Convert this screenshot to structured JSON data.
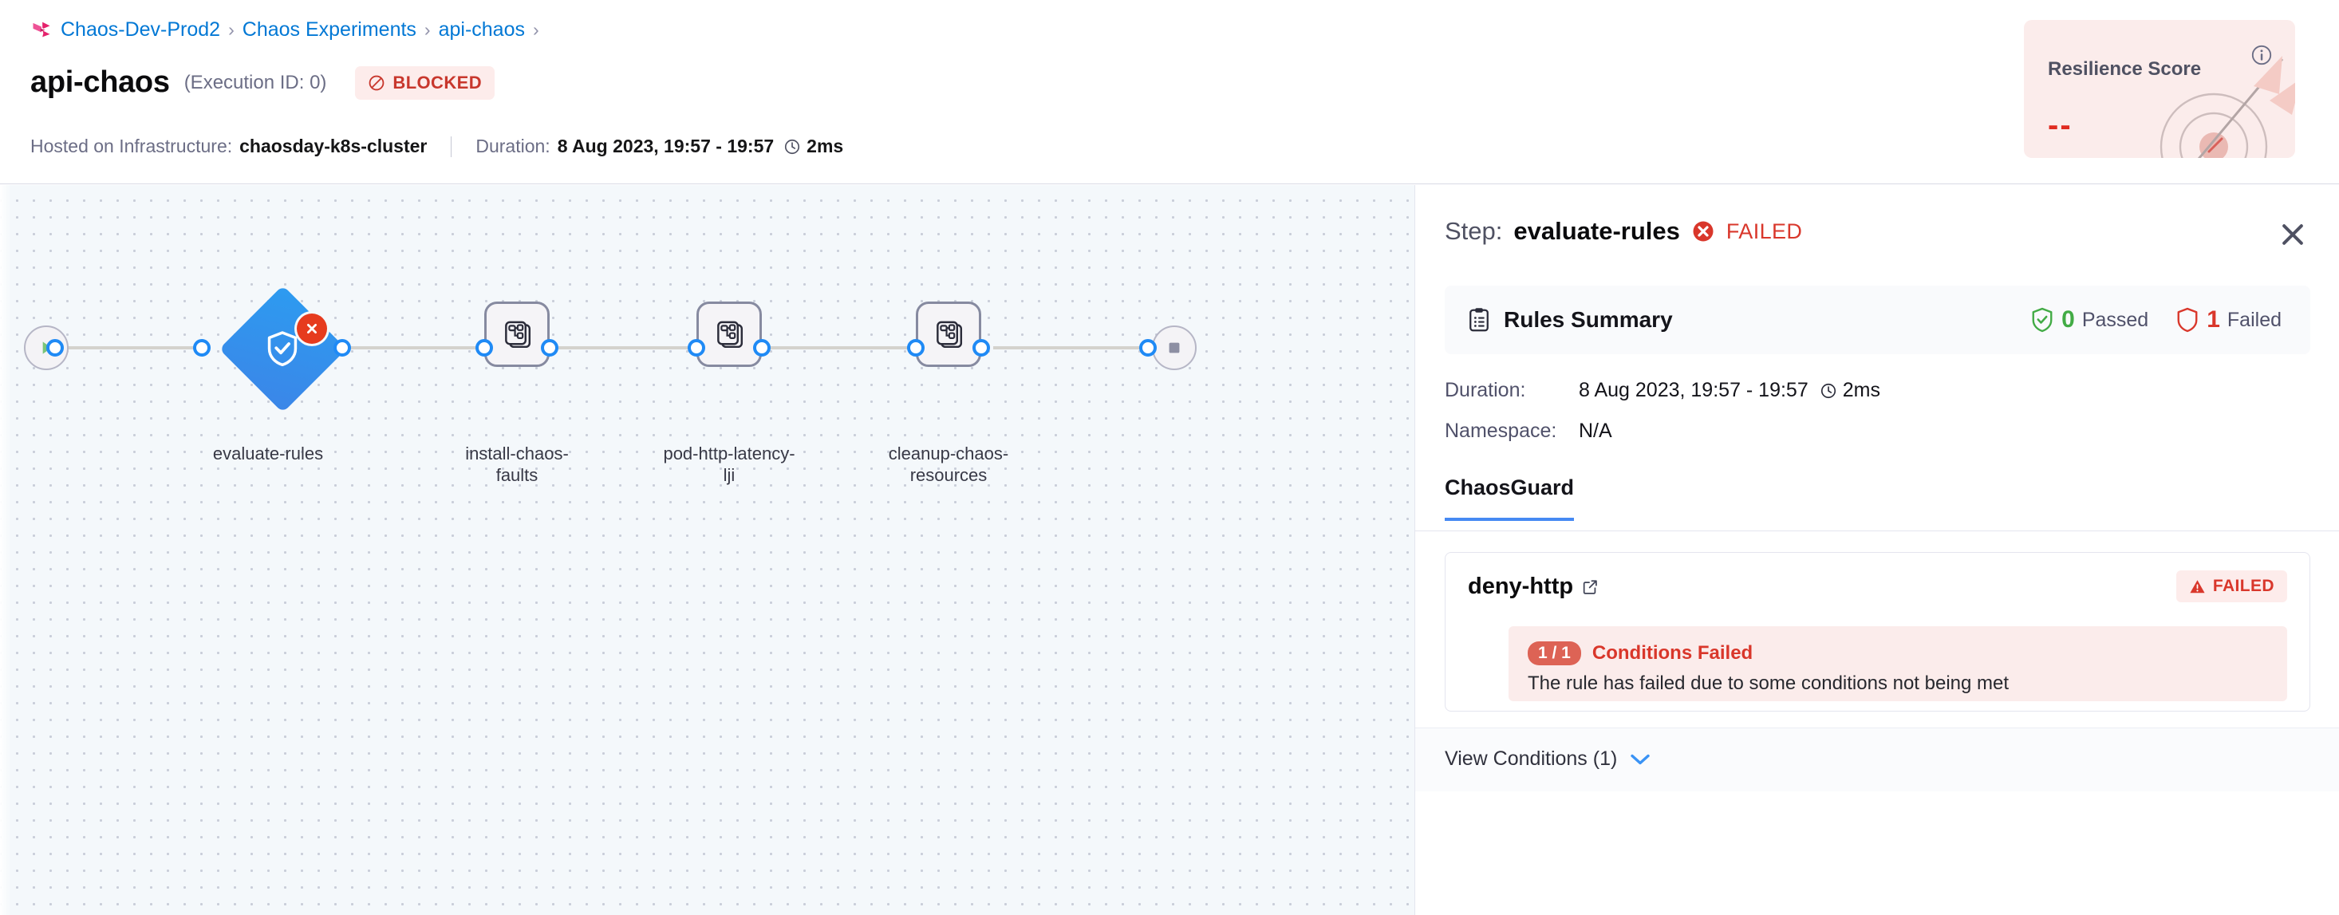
{
  "breadcrumb": {
    "logo_icon": "harness-logo-icon",
    "items": [
      "Chaos-Dev-Prod2",
      "Chaos Experiments",
      "api-chaos"
    ],
    "separator": "›",
    "trailing_separator": "›"
  },
  "header": {
    "title": "api-chaos",
    "execution_id": "(Execution ID: 0)",
    "status": {
      "label": "BLOCKED",
      "icon": "blocked-icon",
      "color": "#c8372d",
      "bg": "#fdeceb"
    },
    "meta": {
      "infra_label": "Hosted on Infrastructure:",
      "infra_value": "chaosday-k8s-cluster",
      "duration_label": "Duration:",
      "duration_value": "8 Aug 2023, 19:57 - 19:57",
      "clock_icon": "clock-icon",
      "elapsed": "2ms"
    }
  },
  "resilience_card": {
    "title": "Resilience Score",
    "value": "--",
    "info_icon": "info-icon",
    "art_icon": "target-arrow-icon",
    "bg": "#fbeceb",
    "value_color": "#e02b20"
  },
  "pipeline": {
    "start_icon": "play-icon",
    "end_icon": "stop-icon",
    "nodes": [
      {
        "id": "evaluate-rules",
        "label": "evaluate-rules",
        "shape": "diamond",
        "icon": "shield-check-icon",
        "badge": "error-x-icon",
        "selected": true
      },
      {
        "id": "install-chaos-faults",
        "label": "install-chaos-\nfaults",
        "shape": "box",
        "icon": "chaos-fault-icon",
        "badge": null,
        "selected": false
      },
      {
        "id": "pod-http-latency-lji",
        "label": "pod-http-latency-\nlji",
        "shape": "box",
        "icon": "chaos-fault-icon",
        "badge": null,
        "selected": false
      },
      {
        "id": "cleanup-chaos-resources",
        "label": "cleanup-chaos-\nresources",
        "shape": "box",
        "icon": "chaos-fault-icon",
        "badge": null,
        "selected": false
      }
    ]
  },
  "panel": {
    "title_prefix": "Step:",
    "step_name": "evaluate-rules",
    "status_label": "FAILED",
    "status_icon": "failed-circle-icon",
    "close_icon": "close-icon",
    "summary": {
      "icon": "clipboard-icon",
      "label": "Rules Summary",
      "passed_count": "0",
      "passed_label": "Passed",
      "passed_icon": "shield-check-green-icon",
      "failed_count": "1",
      "failed_label": "Failed",
      "failed_icon": "shield-red-icon"
    },
    "details": [
      {
        "key": "Duration:",
        "value": "8 Aug 2023, 19:57 - 19:57",
        "extra": "2ms",
        "icon": "clock-icon"
      },
      {
        "key": "Namespace:",
        "value": "N/A",
        "extra": "",
        "icon": ""
      }
    ],
    "tabs": [
      {
        "id": "chaosguard",
        "label": "ChaosGuard",
        "active": true
      }
    ],
    "rule": {
      "name": "deny-http",
      "external_link_icon": "external-link-icon",
      "badge_label": "FAILED",
      "badge_icon": "warning-triangle-icon",
      "condition": {
        "pill": "1 / 1",
        "title": "Conditions Failed",
        "description": "The rule has failed due to some conditions not being met"
      }
    },
    "view_conditions": {
      "label": "View Conditions (1)",
      "chevron_icon": "chevron-down-icon"
    }
  }
}
